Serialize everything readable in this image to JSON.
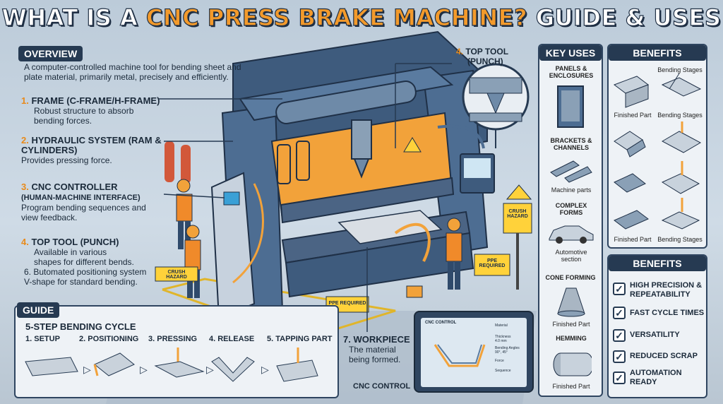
{
  "title_pre": "WHAT IS A ",
  "title_hl": "CNC PRESS BRAKE MACHINE?",
  "title_post": " GUIDE & USES",
  "overview": {
    "header": "OVERVIEW",
    "text": "A computer-controlled machine tool for bending sheet and plate material, primarily metal, precisely and efficiently."
  },
  "parts": [
    {
      "num": "1.",
      "name": "FRAME (C-FRAME/H-FRAME)",
      "desc": "Robust structure to absorb bending forces."
    },
    {
      "num": "2.",
      "name": "HYDRAULIC SYSTEM (RAM & CYLINDERS)",
      "desc": "Provides pressing force."
    },
    {
      "num": "3.",
      "name": "CNC CONTROLLER",
      "sub": "(HUMAN-MACHINE INTERFACE)",
      "desc": "Program bending sequences and view feedback."
    },
    {
      "num": "4.",
      "name": "TOP TOOL (PUNCH)",
      "desc": "Available in various shapes for different bends.",
      "desc2": "6. Butomated positioning system V-shape for standard bending."
    }
  ],
  "top_tool_callout": {
    "num": "4.",
    "line1": "TOP TOOL",
    "line2": "(PUNCH)"
  },
  "workpiece": {
    "name": "7. WORKPIECE",
    "desc": "The material being formed."
  },
  "guide": {
    "header": "GUIDE",
    "cycle_title": "5-STEP BENDING CYCLE",
    "steps": [
      "1. SETUP",
      "2. POSITIONING",
      "3. PRESSING",
      "4. RELEASE",
      "5. TAPPING PART"
    ]
  },
  "cnc_control": {
    "label": "CNC CONTROL",
    "screen_title": "CNC CONTROL",
    "fields": [
      "Material",
      "Thickness",
      "Bending Angles",
      "Force",
      "Sequence"
    ],
    "values": [
      "",
      "4.0 mm",
      "90°, 45°",
      "",
      ""
    ]
  },
  "key_uses": {
    "header": "KEY USES",
    "items": [
      {
        "title": "PANELS & ENCLOSURES",
        "caption": ""
      },
      {
        "title": "BRACKETS & CHANNELS",
        "caption": "Machine parts"
      },
      {
        "title": "COMPLEX FORMS",
        "caption": "Automotive section"
      },
      {
        "title": "CONE FORMING",
        "caption": "Finished Part"
      },
      {
        "title": "HEMMING",
        "caption": "Finished Part"
      }
    ]
  },
  "benefits_top": {
    "header": "BENEFITS",
    "captions": [
      "Bending Stages",
      "Finished Part",
      "Bending Stages",
      "Finished Part",
      "Bending Stages"
    ]
  },
  "benefits": {
    "header": "BENEFITS",
    "items": [
      "HIGH PRECISION & REPEATABILITY",
      "FAST CYCLE TIMES",
      "VERSATILITY",
      "REDUCED SCRAP",
      "AUTOMATION READY"
    ]
  },
  "signs": [
    "CRUSH HAZARD",
    "CRUSH HAZARD",
    "PPE REQUIRED",
    "PPE REQUIRED"
  ],
  "colors": {
    "accent": "#f39a2b",
    "navy": "#263a52",
    "machine": "#4d6d92",
    "ram": "#f2a23a"
  }
}
